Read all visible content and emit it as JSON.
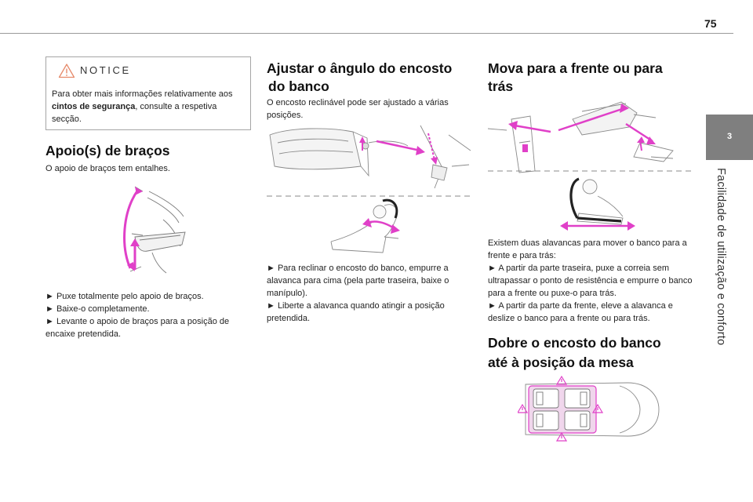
{
  "header": {
    "page_number": "75"
  },
  "side_tab": {
    "chapter_number": "3",
    "chapter_title": "Facilidade de utilização e conforto"
  },
  "notice": {
    "title": "NOTICE",
    "text_before": "Para obter mais informações relativamente aos ",
    "text_bold": "cintos de segurança",
    "text_after": ", consulte a respetiva secção."
  },
  "armrest": {
    "heading": "Apoio(s) de braços",
    "intro": "O apoio de braços tem entalhes.",
    "steps": [
      "► Puxe totalmente pelo apoio de braços.",
      "► Baixe-o completamente.",
      "► Levante o apoio de braços para a posição de encaixe pretendida."
    ]
  },
  "backrest": {
    "heading_line1": "Ajustar o ângulo do encosto",
    "heading_line2": "do banco",
    "intro": "O encosto reclinável pode ser ajustado a várias posições.",
    "steps": [
      "► Para reclinar o encosto do banco, empurre a alavanca para cima (pela parte traseira, baixe o manípulo).",
      "► Liberte a alavanca quando atingir a posição pretendida."
    ]
  },
  "slide": {
    "heading_line1": "Mova para a frente ou para",
    "heading_line2": "trás",
    "intro": "Existem duas alavancas para mover o banco para a frente e para trás:",
    "steps": [
      "► A partir da parte traseira, puxe a correia sem ultrapassar o ponto de resistência e empurre o banco para a frente ou puxe-o para trás.",
      "► A partir da parte da frente, eleve a alavanca e deslize o banco para a frente ou para trás."
    ]
  },
  "fold": {
    "heading_line1": "Dobre o encosto do banco",
    "heading_line2": "até à posição da mesa"
  },
  "colors": {
    "accent": "#e040c8",
    "rule": "#9a9a9a",
    "tab": "#7f7f7f"
  }
}
